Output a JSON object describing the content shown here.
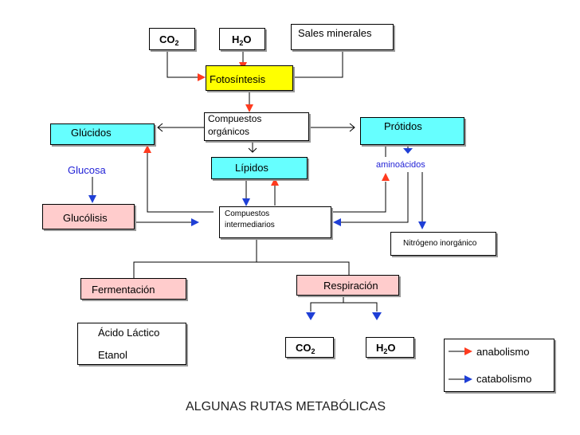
{
  "inputs": {
    "co2": {
      "base": "CO",
      "sub": "2"
    },
    "h2o": {
      "pre": "H",
      "sub": "2",
      "post": "O"
    },
    "sales": "Sales minerales"
  },
  "nodes": {
    "fotosintesis": "Fotosíntesis",
    "compuestos_organicos": [
      "Compuestos",
      "orgánicos"
    ],
    "glucidos": "Glúcidos",
    "glucosa": "Glucosa",
    "lipidos": "Lípidos",
    "protidos": "Prótidos",
    "aminoacidos": "aminoácidos",
    "glucolisis": "Glucólisis",
    "compuestos_intermediarios": [
      "Compuestos",
      "intermediarios"
    ],
    "nitrogeno": "Nitrógeno inorgánico",
    "fermentacion": "Fermentación",
    "respiracion": "Respiración",
    "acido_lactico": "Ácido Láctico",
    "etanol": "Etanol"
  },
  "outputs": {
    "co2": {
      "base": "CO",
      "sub": "2"
    },
    "h2o": {
      "pre": "H",
      "sub": "2",
      "post": "O"
    }
  },
  "legend": {
    "anabolismo": "anabolismo",
    "catabolismo": "catabolismo"
  },
  "title": "ALGUNAS RUTAS METABÓLICAS",
  "colors": {
    "anabolism_arrow": "#ff3b1f",
    "catabolism_arrow": "#1f3fd6",
    "box_cyan": "#66ffff",
    "box_yellow": "#ffff00",
    "box_pink": "#ffcccc"
  }
}
